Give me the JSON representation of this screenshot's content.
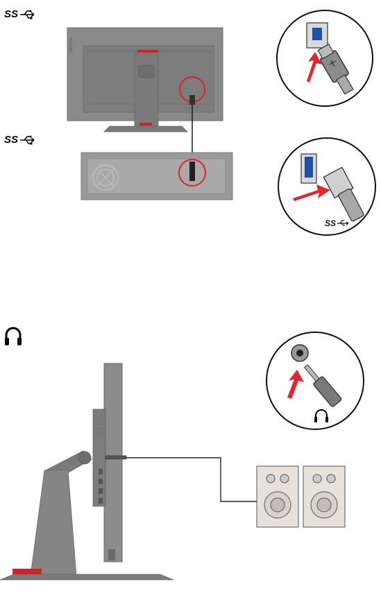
{
  "usb_section": {
    "monitor_brand": "Lenovo",
    "usb_logo_text": "SS",
    "detail_usb_logo_text": "SS"
  },
  "audio_section": {},
  "colors": {
    "device_gray": "#858585",
    "device_dark": "#5a5a5a",
    "highlight_red": "#e0202a",
    "usb3_blue": "#1f4fa8",
    "arrow_red": "#e42530",
    "lenovo_red": "#d42027"
  },
  "icons": [
    "usb-superspeed-icon",
    "headphones-icon"
  ]
}
